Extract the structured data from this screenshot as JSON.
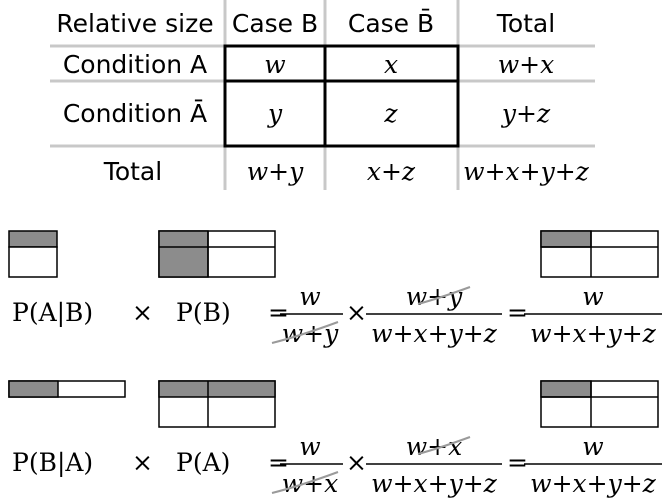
{
  "table": {
    "corner": "Relative size",
    "col_headers": [
      "Case B",
      "Case B̄",
      "Total"
    ],
    "rows": [
      {
        "label": "Condition A",
        "cells": [
          "w",
          "x",
          "w+x"
        ]
      },
      {
        "label": "Condition Ā",
        "cells": [
          "y",
          "z",
          "y+z"
        ]
      },
      {
        "label": "Total",
        "cells": [
          "w+y",
          "x+z",
          "w+x+y+z"
        ]
      }
    ]
  },
  "equations": [
    {
      "given": "P(A|B)",
      "times": "×",
      "prior": "P(B)",
      "equals": "=",
      "frac1": {
        "num": "w",
        "den": "w+y"
      },
      "frac2": {
        "num": "w+y",
        "den": "w+x+y+z"
      },
      "frac3": {
        "num": "w",
        "den": "w+x+y+z"
      }
    },
    {
      "given": "P(B|A)",
      "times": "×",
      "prior": "P(A)",
      "equals": "=",
      "frac1": {
        "num": "w",
        "den": "w+x"
      },
      "frac2": {
        "num": "w+x",
        "den": "w+x+y+z"
      },
      "frac3": {
        "num": "w",
        "den": "w+x+y+z"
      }
    }
  ],
  "colors": {
    "ink": "#000000",
    "grid": "#c8c8c8",
    "shade": "#8c8c8c",
    "strike": "#9a9a9a"
  }
}
